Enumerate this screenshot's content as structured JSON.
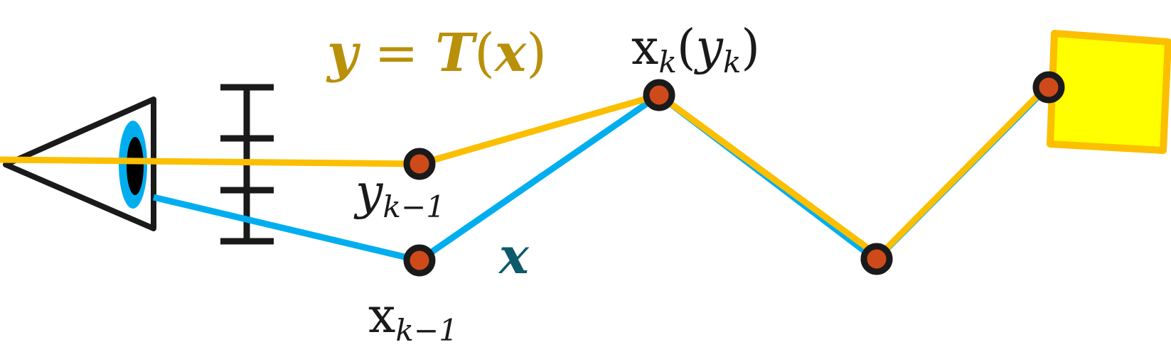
{
  "colors": {
    "background": "#ffffff",
    "camera_stroke": "#1a1a1a",
    "lens": "#00aeef",
    "transformed_path": "#fbbf00",
    "original_path": "#00aeef",
    "vertex_fill": "#cf4a1a",
    "vertex_stroke": "#1a1a1a",
    "target_fill": "#ffff00",
    "target_stroke": "#fbbf00",
    "label_transform": "#b8900a",
    "label_x": "#0c5a6a",
    "label_dark": "#1a1a1a"
  },
  "labels": {
    "transform_eq": {
      "y": "y",
      "eq": " = ",
      "T": "T",
      "open": "(",
      "x": "x",
      "close": ")"
    },
    "vertex_top": {
      "x": "x",
      "k1": "k",
      "open": "(",
      "y": "y",
      "k2": "k",
      "close": ")"
    },
    "y_prev": {
      "y": "y",
      "sub": "k−1"
    },
    "x_path": "x",
    "x_prev": {
      "x": "x",
      "sub": "k−1"
    }
  },
  "icons": {
    "camera": "camera-eye-icon",
    "slit": "measurement-slit-icon",
    "target": "target-square-icon"
  }
}
